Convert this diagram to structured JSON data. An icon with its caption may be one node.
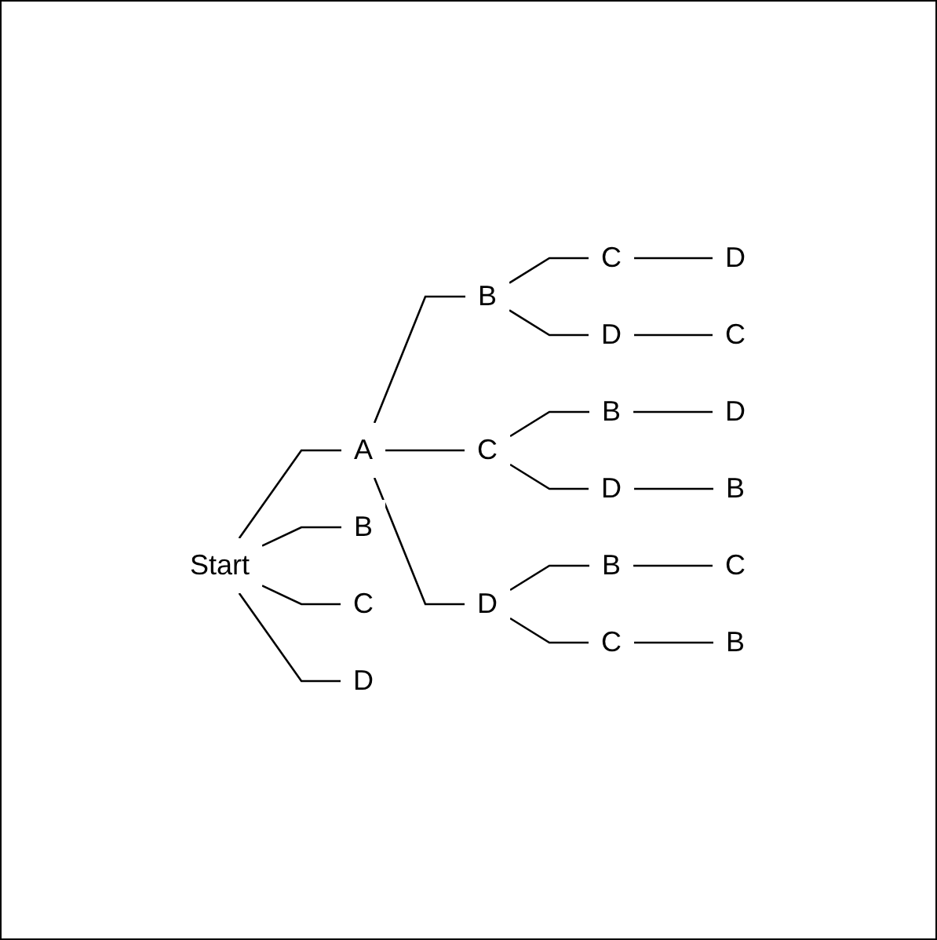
{
  "diagram": {
    "nodes": [
      {
        "text": [
          "Start"
        ]
      },
      {
        "text": [
          "A"
        ]
      },
      {
        "text": [
          "B"
        ]
      },
      {
        "text": [
          "C"
        ]
      },
      {
        "text": [
          "D"
        ]
      },
      {
        "text": [
          "D"
        ]
      },
      {
        "text": [
          "C"
        ]
      },
      {
        "text": [
          "C"
        ]
      },
      {
        "text": [
          "B"
        ]
      },
      {
        "text": [
          "D"
        ]
      },
      {
        "text": [
          "D"
        ]
      },
      {
        "text": [
          "B"
        ]
      },
      {
        "text": [
          "D"
        ]
      },
      {
        "text": [
          "B"
        ]
      },
      {
        "text": [
          "C"
        ]
      },
      {
        "text": [
          "C"
        ]
      },
      {
        "text": [
          "B"
        ]
      },
      {
        "text": [
          "B"
        ]
      },
      {
        "text": [
          "C"
        ]
      },
      {
        "text": [
          "D"
        ]
      }
    ],
    "edges": [
      {
        "from": 0,
        "to": 1,
        "arrow": "none"
      },
      {
        "from": 0,
        "to": 17,
        "arrow": "none"
      },
      {
        "from": 0,
        "to": 18,
        "arrow": "none"
      },
      {
        "from": 0,
        "to": 19,
        "arrow": "none"
      },
      {
        "from": 1,
        "to": 2,
        "arrow": "none"
      },
      {
        "from": 1,
        "to": 7,
        "arrow": "none"
      },
      {
        "from": 1,
        "to": 12,
        "arrow": "none"
      },
      {
        "from": 2,
        "to": 3,
        "arrow": "none"
      },
      {
        "from": 3,
        "to": 4,
        "arrow": "none"
      },
      {
        "from": 2,
        "to": 5,
        "arrow": "none"
      },
      {
        "from": 5,
        "to": 6,
        "arrow": "none"
      },
      {
        "from": 7,
        "to": 8,
        "arrow": "none"
      },
      {
        "from": 8,
        "to": 9,
        "arrow": "none"
      },
      {
        "from": 7,
        "to": 10,
        "arrow": "none"
      },
      {
        "from": 10,
        "to": 11,
        "arrow": "none"
      },
      {
        "from": 12,
        "to": 13,
        "arrow": "none"
      },
      {
        "from": 13,
        "to": 14,
        "arrow": "none"
      },
      {
        "from": 12,
        "to": 15,
        "arrow": "none"
      },
      {
        "from": 15,
        "to": 16,
        "arrow": "none"
      }
    ]
  }
}
